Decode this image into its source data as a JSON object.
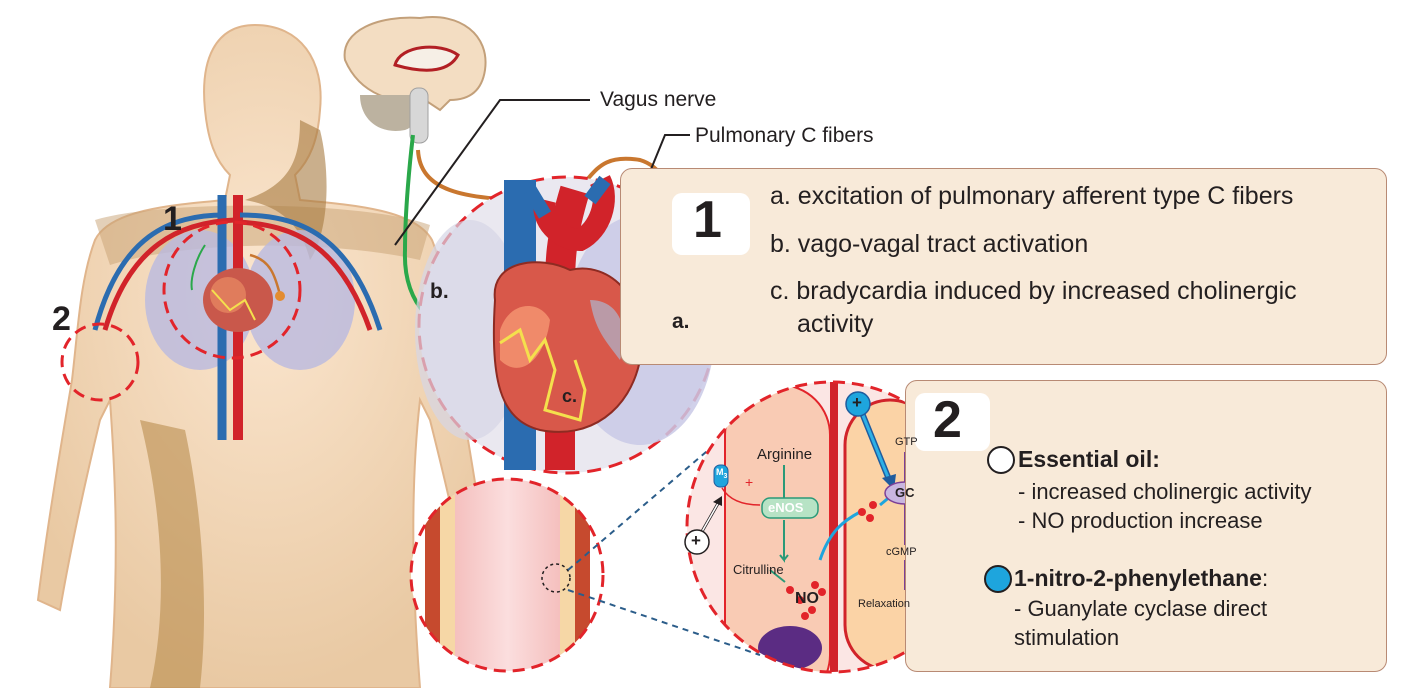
{
  "labels": {
    "vagus_nerve": "Vagus nerve",
    "pulmonary_c_fibers": "Pulmonary C fibers",
    "marker_1_body": "1",
    "marker_2_body": "2",
    "marker_1_zoom": "1",
    "marker_2_zoom": "2",
    "letter_a": "a.",
    "letter_b": "b.",
    "letter_c": "c."
  },
  "panel1": {
    "items": [
      "a. excitation of pulmonary afferent type C fibers",
      "b. vago-vagal tract activation",
      "c. bradycardia induced by increased cholinergic",
      "activity"
    ]
  },
  "panel2": {
    "essential_oil": {
      "title": "Essential oil:",
      "effects": [
        "- increased cholinergic activity",
        "- NO production increase"
      ],
      "dot_color": "#ffffff"
    },
    "nitro": {
      "title": "1-nitro-2-phenylethane",
      "title_suffix": ":",
      "effects": [
        "-  Guanylate cyclase direct",
        "stimulation"
      ],
      "dot_color": "#1ea5dd"
    }
  },
  "cell_diagram": {
    "arginine": "Arginine",
    "enos": "eNOS",
    "citrulline": "Citrulline",
    "no": "NO",
    "gtp": "GTP",
    "gc": "GC",
    "cgmp": "cGMP",
    "relaxation": "Relaxation",
    "m_receptor": "M",
    "m_receptor_sub": "3",
    "plus": "+",
    "red_plus": "+"
  },
  "colors": {
    "dashed_circle": "#e2242a",
    "panel_fill": "#f8ead9",
    "panel_border": "#b88a74",
    "vein_blue": "#2b6cb0",
    "artery_red": "#d1232a",
    "vagus_green": "#2aa84a",
    "c_fiber_orange": "#c9772f",
    "ac_blue": "#1ea5dd"
  }
}
